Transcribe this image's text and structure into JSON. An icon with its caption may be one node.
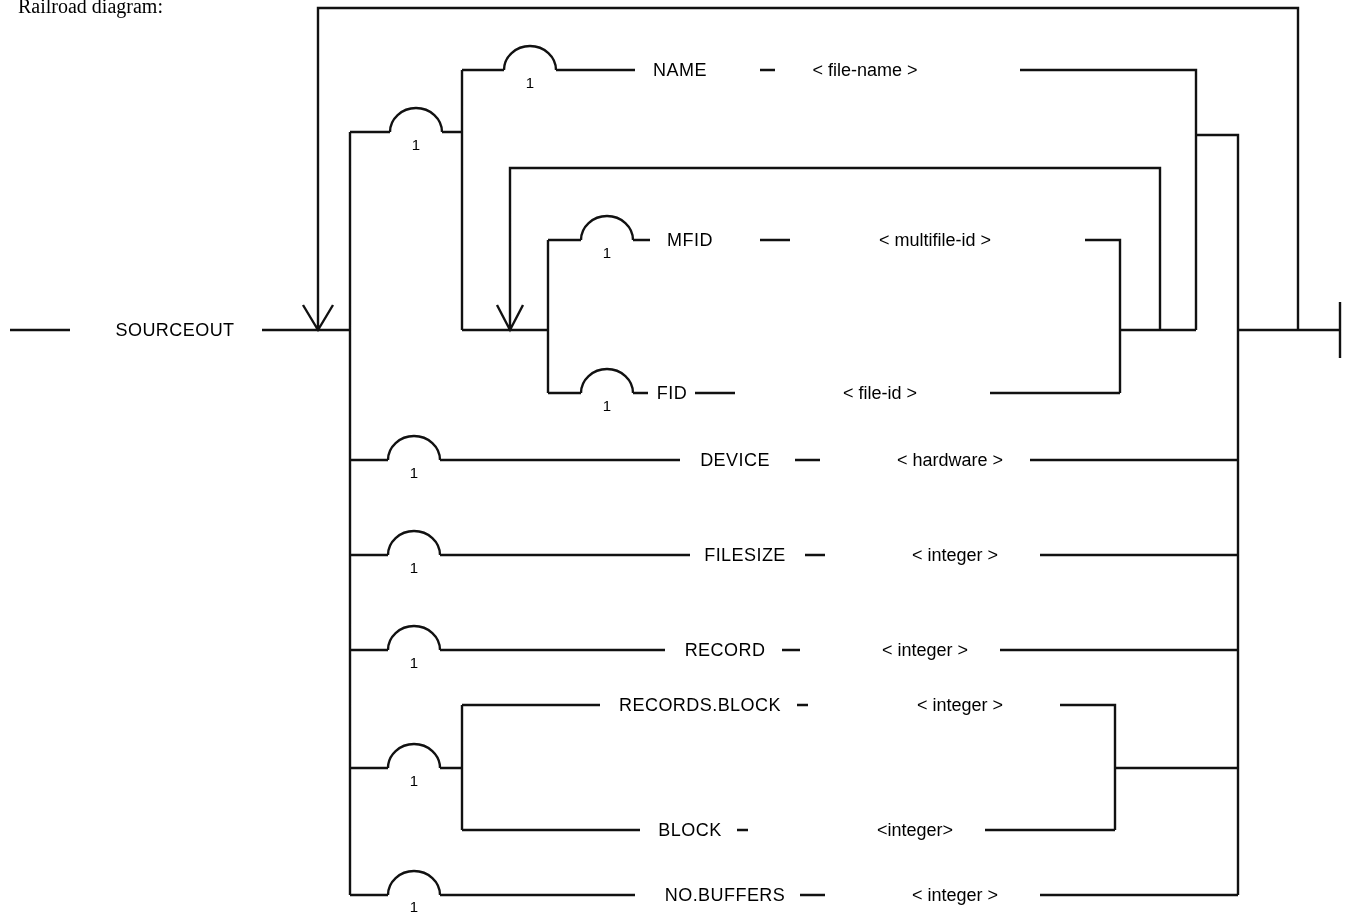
{
  "diagram": {
    "title": "Railroad diagram:",
    "labels": [
      "1",
      "NAME",
      "< file-name >",
      "1",
      "1",
      "MFID",
      "< multifile-id >",
      "SOURCEOUT",
      "1",
      "FID",
      "< file-id >",
      "1",
      "DEVICE",
      "< hardware >",
      "1",
      "FILESIZE",
      "< integer >",
      "1",
      "RECORD",
      "< integer >",
      "RECORDS.BLOCK",
      "< integer >",
      "1",
      "BLOCK",
      "<integer>",
      "1",
      "NO.BUFFERS",
      "< integer >"
    ]
  }
}
